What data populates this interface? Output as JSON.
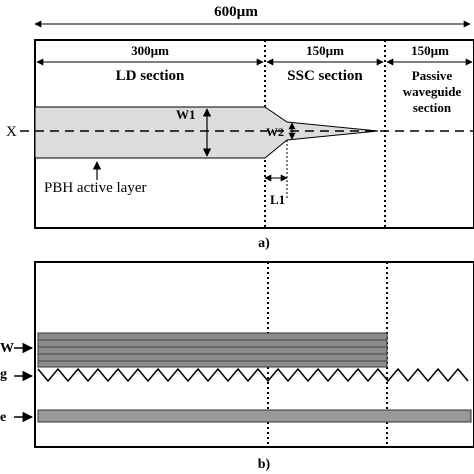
{
  "figure_a": {
    "total_width": "600µm",
    "ld_width": "300µm",
    "ssc_width": "150µm",
    "passive_width": "150µm",
    "ld_section": "LD section",
    "ssc_section": "SSC section",
    "passive_line1": "Passive",
    "passive_line2": "waveguide",
    "passive_line3": "section",
    "axis_label": "X",
    "w1": "W1",
    "w2": "W2",
    "l1": "L1",
    "pbh": "PBH active layer",
    "caption": "a)"
  },
  "figure_b": {
    "row_mqw": "W",
    "row_grating": "g",
    "row_guide": "e",
    "caption": "b)"
  },
  "colors": {
    "active_fill": "#dcdcdc",
    "mqw_fill": "#8c8c8c",
    "guide_fill": "#999999"
  }
}
